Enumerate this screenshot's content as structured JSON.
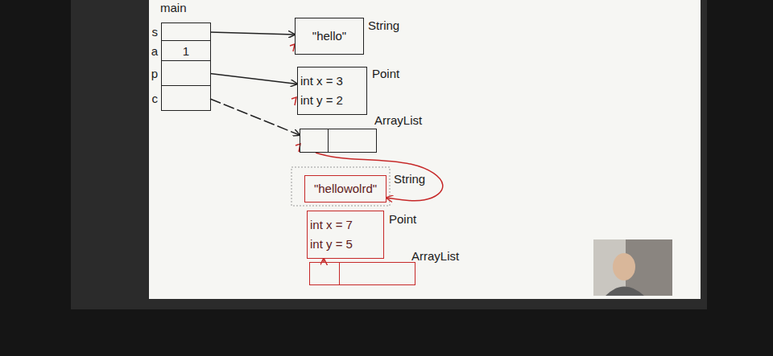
{
  "diagram": {
    "nodes": [
      {
        "text": [
          "main"
        ]
      },
      {
        "text": [
          "s"
        ],
        "in": 0
      },
      {
        "text": [
          "a",
          "1"
        ],
        "in": 0
      },
      {
        "text": [
          "p"
        ],
        "in": 0
      },
      {
        "text": [
          "c"
        ],
        "in": 0
      },
      {
        "text": [
          "\"hello\"",
          "String"
        ]
      },
      {
        "text": [
          "int x = 3",
          "int y = 2",
          "Point"
        ]
      },
      {
        "text": [
          "ArrayList"
        ]
      },
      {
        "text": [
          "\"hellowolrd\"",
          "String"
        ]
      },
      {
        "text": [
          "int x = 7",
          "int y = 5",
          "Point"
        ]
      },
      {
        "text": [
          "ArrayList"
        ]
      }
    ],
    "edges": [
      {
        "from": 1,
        "to": 5,
        "arrow": "to"
      },
      {
        "from": 3,
        "to": 6,
        "arrow": "to"
      },
      {
        "from": 4,
        "to": 7,
        "arrow": "to"
      },
      {
        "from": 7,
        "to": 8,
        "arrow": "to"
      },
      {
        "from": 10,
        "to": 9,
        "arrow": "to"
      }
    ]
  }
}
